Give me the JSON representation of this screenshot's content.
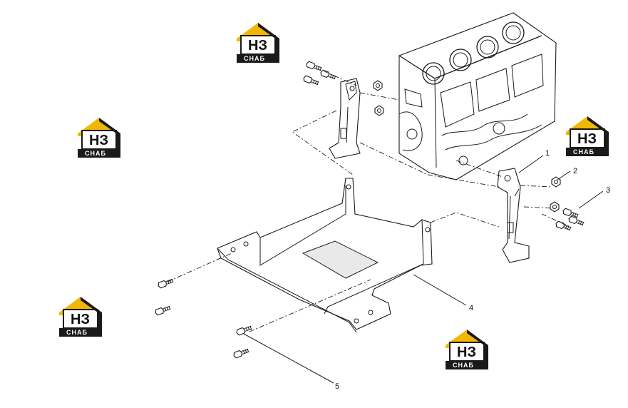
{
  "diagram": {
    "callouts": [
      {
        "id": "1",
        "label": "1"
      },
      {
        "id": "2",
        "label": "2"
      },
      {
        "id": "3",
        "label": "3"
      },
      {
        "id": "4",
        "label": "4"
      },
      {
        "id": "5",
        "label": "5"
      }
    ]
  },
  "watermark": {
    "letters": "НЗ",
    "word": "СНАБ",
    "colors": {
      "roof": "#f2b705",
      "dark": "#1a1a1a",
      "text_bg": "#1a1a1a"
    }
  }
}
